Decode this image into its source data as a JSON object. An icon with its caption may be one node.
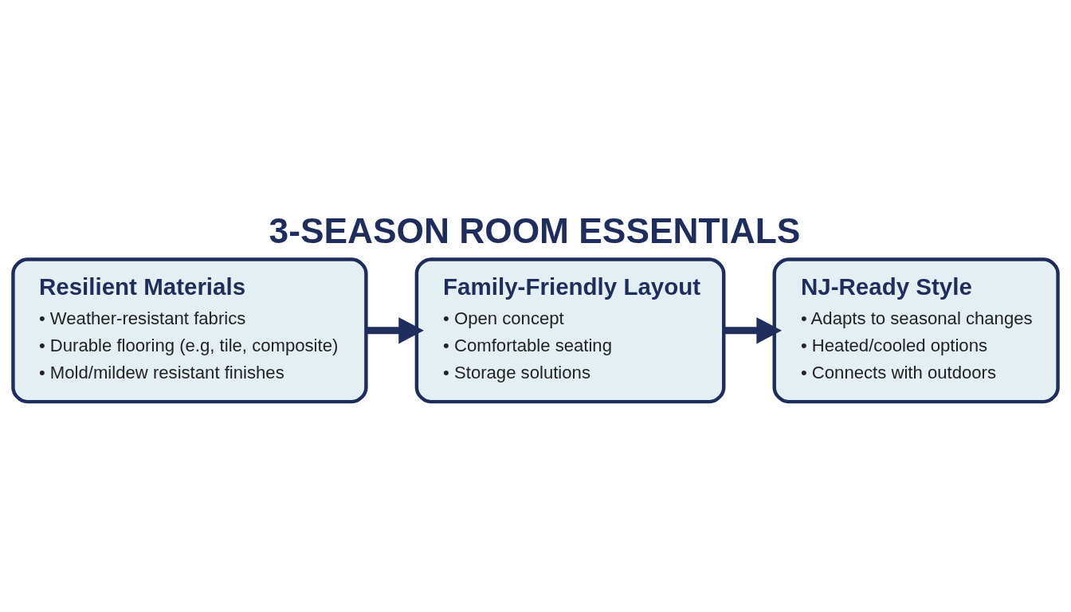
{
  "diagram": {
    "title": "3-SEASON ROOM ESSENTIALS",
    "nodes": [
      {
        "text": [
          "Resilient Materials",
          "• Weather-resistant fabrics",
          "• Durable flooring (e.g, tile, composite)",
          "• Mold/mildew resistant finishes"
        ]
      },
      {
        "text": [
          "Family-Friendly Layout",
          "• Open concept",
          "• Comfortable seating",
          "• Storage solutions"
        ]
      },
      {
        "text": [
          "NJ-Ready Style",
          "• Adapts to seasonal changes",
          "• Heated/cooled options",
          "• Connects with outdoors"
        ]
      }
    ],
    "edges": [
      {
        "from": 0,
        "to": 1,
        "arrow": "to"
      },
      {
        "from": 1,
        "to": 2,
        "arrow": "to"
      }
    ]
  }
}
